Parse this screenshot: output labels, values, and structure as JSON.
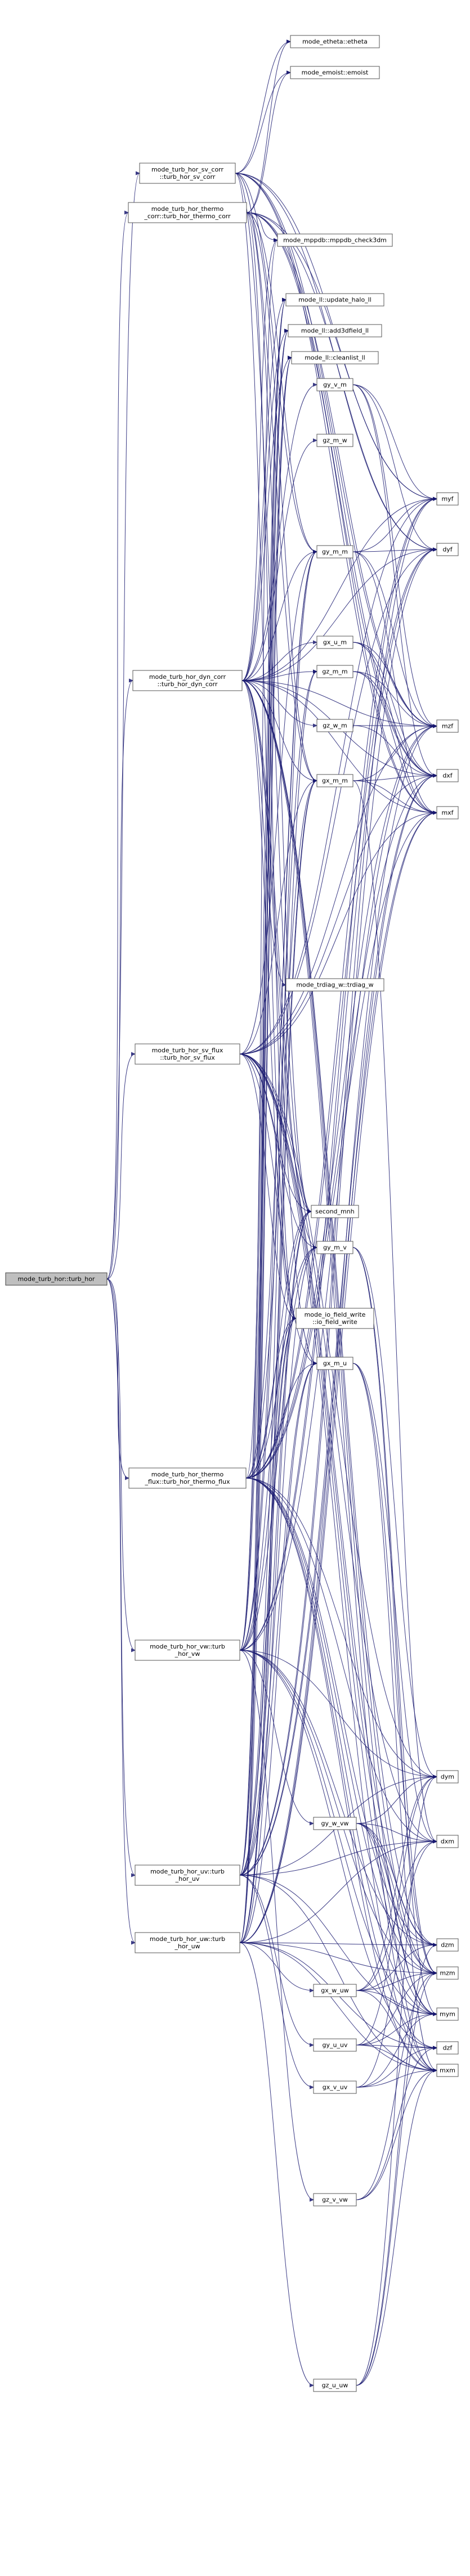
{
  "graph": {
    "nodes": [
      {
        "id": "root",
        "lines": [
          "mode_turb_hor::turb_hor"
        ],
        "root": true
      },
      {
        "id": "sv_corr",
        "lines": [
          "mode_turb_hor_sv_corr",
          "::turb_hor_sv_corr"
        ]
      },
      {
        "id": "thermo_corr",
        "lines": [
          "mode_turb_hor_thermo",
          "_corr::turb_hor_thermo_corr"
        ]
      },
      {
        "id": "dyn_corr",
        "lines": [
          "mode_turb_hor_dyn_corr",
          "::turb_hor_dyn_corr"
        ]
      },
      {
        "id": "sv_flux",
        "lines": [
          "mode_turb_hor_sv_flux",
          "::turb_hor_sv_flux"
        ]
      },
      {
        "id": "thermo_flux",
        "lines": [
          "mode_turb_hor_thermo",
          "_flux::turb_hor_thermo_flux"
        ]
      },
      {
        "id": "vw",
        "lines": [
          "mode_turb_hor_vw::turb",
          "_hor_vw"
        ]
      },
      {
        "id": "uv",
        "lines": [
          "mode_turb_hor_uv::turb",
          "_hor_uv"
        ]
      },
      {
        "id": "uw",
        "lines": [
          "mode_turb_hor_uw::turb",
          "_hor_uw"
        ]
      },
      {
        "id": "etheta",
        "lines": [
          "mode_etheta::etheta"
        ]
      },
      {
        "id": "emoist",
        "lines": [
          "mode_emoist::emoist"
        ]
      },
      {
        "id": "check3dm",
        "lines": [
          "mode_mppdb::mppdb_check3dm"
        ]
      },
      {
        "id": "update_halo",
        "lines": [
          "mode_ll::update_halo_ll"
        ]
      },
      {
        "id": "add3dfield",
        "lines": [
          "mode_ll::add3dfield_ll"
        ]
      },
      {
        "id": "cleanlist",
        "lines": [
          "mode_ll::cleanlist_ll"
        ]
      },
      {
        "id": "gy_v_m",
        "lines": [
          "gy_v_m"
        ]
      },
      {
        "id": "gz_m_w",
        "lines": [
          "gz_m_w"
        ]
      },
      {
        "id": "gy_m_m",
        "lines": [
          "gy_m_m"
        ]
      },
      {
        "id": "gx_u_m",
        "lines": [
          "gx_u_m"
        ]
      },
      {
        "id": "gz_m_m",
        "lines": [
          "gz_m_m"
        ]
      },
      {
        "id": "gz_w_m",
        "lines": [
          "gz_w_m"
        ]
      },
      {
        "id": "gx_m_m",
        "lines": [
          "gx_m_m"
        ]
      },
      {
        "id": "trdiag",
        "lines": [
          "mode_trdiag_w::trdiag_w"
        ]
      },
      {
        "id": "second_mnh",
        "lines": [
          "second_mnh"
        ]
      },
      {
        "id": "gy_m_v",
        "lines": [
          "gy_m_v"
        ]
      },
      {
        "id": "io_field_write",
        "lines": [
          "mode_io_field_write",
          "::io_field_write"
        ]
      },
      {
        "id": "gx_m_u",
        "lines": [
          "gx_m_u"
        ]
      },
      {
        "id": "gy_w_vw",
        "lines": [
          "gy_w_vw"
        ]
      },
      {
        "id": "gx_w_uw",
        "lines": [
          "gx_w_uw"
        ]
      },
      {
        "id": "gy_u_uv",
        "lines": [
          "gy_u_uv"
        ]
      },
      {
        "id": "gx_v_uv",
        "lines": [
          "gx_v_uv"
        ]
      },
      {
        "id": "gz_v_vw",
        "lines": [
          "gz_v_vw"
        ]
      },
      {
        "id": "gz_u_uw",
        "lines": [
          "gz_u_uw"
        ]
      },
      {
        "id": "myf",
        "lines": [
          "myf"
        ]
      },
      {
        "id": "dyf",
        "lines": [
          "dyf"
        ]
      },
      {
        "id": "mzf",
        "lines": [
          "mzf"
        ]
      },
      {
        "id": "dxf",
        "lines": [
          "dxf"
        ]
      },
      {
        "id": "mxf",
        "lines": [
          "mxf"
        ]
      },
      {
        "id": "dym",
        "lines": [
          "dym"
        ]
      },
      {
        "id": "dxm",
        "lines": [
          "dxm"
        ]
      },
      {
        "id": "dzm",
        "lines": [
          "dzm"
        ]
      },
      {
        "id": "mzm",
        "lines": [
          "mzm"
        ]
      },
      {
        "id": "mym",
        "lines": [
          "mym"
        ]
      },
      {
        "id": "dzf",
        "lines": [
          "dzf"
        ]
      },
      {
        "id": "mxm",
        "lines": [
          "mxm"
        ]
      }
    ],
    "edges": [
      [
        "root",
        "sv_corr"
      ],
      [
        "root",
        "thermo_corr"
      ],
      [
        "root",
        "dyn_corr"
      ],
      [
        "root",
        "sv_flux"
      ],
      [
        "root",
        "thermo_flux"
      ],
      [
        "root",
        "vw"
      ],
      [
        "root",
        "uv"
      ],
      [
        "root",
        "uw"
      ],
      [
        "sv_corr",
        "etheta"
      ],
      [
        "sv_corr",
        "emoist"
      ],
      [
        "sv_corr",
        "gx_m_m"
      ],
      [
        "sv_corr",
        "gy_m_m"
      ],
      [
        "sv_corr",
        "mzf"
      ],
      [
        "sv_corr",
        "mxf"
      ],
      [
        "sv_corr",
        "myf"
      ],
      [
        "sv_corr",
        "second_mnh"
      ],
      [
        "sv_corr",
        "io_field_write"
      ],
      [
        "sv_corr",
        "dxf"
      ],
      [
        "sv_corr",
        "dyf"
      ],
      [
        "thermo_corr",
        "etheta"
      ],
      [
        "thermo_corr",
        "emoist"
      ],
      [
        "thermo_corr",
        "check3dm"
      ],
      [
        "thermo_corr",
        "gx_m_m"
      ],
      [
        "thermo_corr",
        "gy_m_m"
      ],
      [
        "thermo_corr",
        "mzf"
      ],
      [
        "thermo_corr",
        "mxf"
      ],
      [
        "thermo_corr",
        "myf"
      ],
      [
        "thermo_corr",
        "second_mnh"
      ],
      [
        "thermo_corr",
        "io_field_write"
      ],
      [
        "thermo_corr",
        "dxf"
      ],
      [
        "thermo_corr",
        "dyf"
      ],
      [
        "dyn_corr",
        "update_halo"
      ],
      [
        "dyn_corr",
        "add3dfield"
      ],
      [
        "dyn_corr",
        "cleanlist"
      ],
      [
        "dyn_corr",
        "gy_v_m"
      ],
      [
        "dyn_corr",
        "gz_m_w"
      ],
      [
        "dyn_corr",
        "gy_m_m"
      ],
      [
        "dyn_corr",
        "gx_u_m"
      ],
      [
        "dyn_corr",
        "gz_m_m"
      ],
      [
        "dyn_corr",
        "gz_w_m"
      ],
      [
        "dyn_corr",
        "gx_m_m"
      ],
      [
        "dyn_corr",
        "trdiag"
      ],
      [
        "dyn_corr",
        "second_mnh"
      ],
      [
        "dyn_corr",
        "io_field_write"
      ],
      [
        "dyn_corr",
        "check3dm"
      ],
      [
        "dyn_corr",
        "myf"
      ],
      [
        "dyn_corr",
        "dyf"
      ],
      [
        "dyn_corr",
        "mzf"
      ],
      [
        "dyn_corr",
        "dxf"
      ],
      [
        "dyn_corr",
        "mxf"
      ],
      [
        "dyn_corr",
        "dzm"
      ],
      [
        "dyn_corr",
        "mzm"
      ],
      [
        "dyn_corr",
        "mxm"
      ],
      [
        "dyn_corr",
        "mym"
      ],
      [
        "dyn_corr",
        "gy_m_v"
      ],
      [
        "dyn_corr",
        "gx_m_u"
      ],
      [
        "sv_flux",
        "gx_m_m"
      ],
      [
        "sv_flux",
        "gy_m_m"
      ],
      [
        "sv_flux",
        "gy_m_v"
      ],
      [
        "sv_flux",
        "gx_m_u"
      ],
      [
        "sv_flux",
        "second_mnh"
      ],
      [
        "sv_flux",
        "io_field_write"
      ],
      [
        "sv_flux",
        "mxf"
      ],
      [
        "sv_flux",
        "myf"
      ],
      [
        "sv_flux",
        "mzf"
      ],
      [
        "sv_flux",
        "dxf"
      ],
      [
        "sv_flux",
        "dyf"
      ],
      [
        "sv_flux",
        "dxm"
      ],
      [
        "sv_flux",
        "dym"
      ],
      [
        "sv_flux",
        "mxm"
      ],
      [
        "sv_flux",
        "mym"
      ],
      [
        "sv_flux",
        "mzm"
      ],
      [
        "sv_flux",
        "dzm"
      ],
      [
        "thermo_flux",
        "gx_m_m"
      ],
      [
        "thermo_flux",
        "gy_m_m"
      ],
      [
        "thermo_flux",
        "gx_m_u"
      ],
      [
        "thermo_flux",
        "gy_m_v"
      ],
      [
        "thermo_flux",
        "second_mnh"
      ],
      [
        "thermo_flux",
        "io_field_write"
      ],
      [
        "thermo_flux",
        "check3dm"
      ],
      [
        "thermo_flux",
        "mxf"
      ],
      [
        "thermo_flux",
        "myf"
      ],
      [
        "thermo_flux",
        "mzf"
      ],
      [
        "thermo_flux",
        "dxf"
      ],
      [
        "thermo_flux",
        "dyf"
      ],
      [
        "thermo_flux",
        "dxm"
      ],
      [
        "thermo_flux",
        "dym"
      ],
      [
        "thermo_flux",
        "mxm"
      ],
      [
        "thermo_flux",
        "mym"
      ],
      [
        "thermo_flux",
        "mzm"
      ],
      [
        "thermo_flux",
        "dzm"
      ],
      [
        "thermo_flux",
        "dzf"
      ],
      [
        "vw",
        "gy_w_vw"
      ],
      [
        "vw",
        "gz_v_vw"
      ],
      [
        "vw",
        "gy_m_v"
      ],
      [
        "vw",
        "gy_m_m"
      ],
      [
        "vw",
        "gz_m_m"
      ],
      [
        "vw",
        "second_mnh"
      ],
      [
        "vw",
        "io_field_write"
      ],
      [
        "vw",
        "update_halo"
      ],
      [
        "vw",
        "add3dfield"
      ],
      [
        "vw",
        "cleanlist"
      ],
      [
        "vw",
        "myf"
      ],
      [
        "vw",
        "mzf"
      ],
      [
        "vw",
        "dym"
      ],
      [
        "vw",
        "dzm"
      ],
      [
        "vw",
        "mym"
      ],
      [
        "vw",
        "mzm"
      ],
      [
        "vw",
        "dyf"
      ],
      [
        "vw",
        "dzf"
      ],
      [
        "uv",
        "gy_u_uv"
      ],
      [
        "uv",
        "gx_v_uv"
      ],
      [
        "uv",
        "gx_m_u"
      ],
      [
        "uv",
        "gy_m_v"
      ],
      [
        "uv",
        "gx_m_m"
      ],
      [
        "uv",
        "gy_m_m"
      ],
      [
        "uv",
        "second_mnh"
      ],
      [
        "uv",
        "io_field_write"
      ],
      [
        "uv",
        "update_halo"
      ],
      [
        "uv",
        "add3dfield"
      ],
      [
        "uv",
        "cleanlist"
      ],
      [
        "uv",
        "mxf"
      ],
      [
        "uv",
        "myf"
      ],
      [
        "uv",
        "dxm"
      ],
      [
        "uv",
        "dym"
      ],
      [
        "uv",
        "mxm"
      ],
      [
        "uv",
        "mym"
      ],
      [
        "uv",
        "dxf"
      ],
      [
        "uv",
        "dyf"
      ],
      [
        "uw",
        "gx_w_uw"
      ],
      [
        "uw",
        "gz_u_uw"
      ],
      [
        "uw",
        "gx_m_u"
      ],
      [
        "uw",
        "gx_m_m"
      ],
      [
        "uw",
        "gz_m_m"
      ],
      [
        "uw",
        "second_mnh"
      ],
      [
        "uw",
        "io_field_write"
      ],
      [
        "uw",
        "update_halo"
      ],
      [
        "uw",
        "add3dfield"
      ],
      [
        "uw",
        "cleanlist"
      ],
      [
        "uw",
        "mxf"
      ],
      [
        "uw",
        "mzf"
      ],
      [
        "uw",
        "dxm"
      ],
      [
        "uw",
        "dzm"
      ],
      [
        "uw",
        "mxm"
      ],
      [
        "uw",
        "mzm"
      ],
      [
        "uw",
        "dxf"
      ],
      [
        "uw",
        "dzf"
      ],
      [
        "gy_v_m",
        "myf"
      ],
      [
        "gy_v_m",
        "dyf"
      ],
      [
        "gy_v_m",
        "mzf"
      ],
      [
        "gy_v_m",
        "dxf"
      ],
      [
        "gy_m_m",
        "myf"
      ],
      [
        "gy_m_m",
        "dyf"
      ],
      [
        "gy_m_m",
        "mzf"
      ],
      [
        "gy_m_m",
        "mxf"
      ],
      [
        "gx_u_m",
        "mzf"
      ],
      [
        "gx_u_m",
        "dxf"
      ],
      [
        "gx_u_m",
        "mxf"
      ],
      [
        "gz_m_m",
        "mzf"
      ],
      [
        "gz_m_m",
        "dxf"
      ],
      [
        "gz_m_m",
        "mxf"
      ],
      [
        "gz_w_m",
        "mzf"
      ],
      [
        "gz_w_m",
        "dxf"
      ],
      [
        "gx_m_m",
        "mzf"
      ],
      [
        "gx_m_m",
        "dxf"
      ],
      [
        "gx_m_m",
        "mxf"
      ],
      [
        "gx_m_m",
        "dxm"
      ],
      [
        "gy_m_v",
        "dym"
      ],
      [
        "gy_m_v",
        "mym"
      ],
      [
        "gy_m_v",
        "mzm"
      ],
      [
        "gx_m_u",
        "dxm"
      ],
      [
        "gx_m_u",
        "mxm"
      ],
      [
        "gx_m_u",
        "mzm"
      ],
      [
        "gy_w_vw",
        "dym"
      ],
      [
        "gy_w_vw",
        "dxm"
      ],
      [
        "gy_w_vw",
        "dzm"
      ],
      [
        "gy_w_vw",
        "mzm"
      ],
      [
        "gy_w_vw",
        "mym"
      ],
      [
        "gy_w_vw",
        "mxm"
      ],
      [
        "gx_w_uw",
        "dxm"
      ],
      [
        "gx_w_uw",
        "dzm"
      ],
      [
        "gx_w_uw",
        "mzm"
      ],
      [
        "gx_w_uw",
        "mym"
      ],
      [
        "gx_w_uw",
        "mxm"
      ],
      [
        "gx_w_uw",
        "dym"
      ],
      [
        "gy_u_uv",
        "dym"
      ],
      [
        "gy_u_uv",
        "mym"
      ],
      [
        "gy_u_uv",
        "mxm"
      ],
      [
        "gy_u_uv",
        "dzf"
      ],
      [
        "gy_u_uv",
        "mzm"
      ],
      [
        "gx_v_uv",
        "dxm"
      ],
      [
        "gx_v_uv",
        "mxm"
      ],
      [
        "gx_v_uv",
        "mym"
      ],
      [
        "gx_v_uv",
        "dzf"
      ],
      [
        "gz_v_vw",
        "mzm"
      ],
      [
        "gz_v_vw",
        "dzf"
      ],
      [
        "gz_v_vw",
        "mxm"
      ],
      [
        "gz_u_uw",
        "mzm"
      ],
      [
        "gz_u_uw",
        "mxm"
      ],
      [
        "gz_u_uw",
        "dym"
      ],
      [
        "gz_u_uw",
        "dzm"
      ]
    ]
  }
}
